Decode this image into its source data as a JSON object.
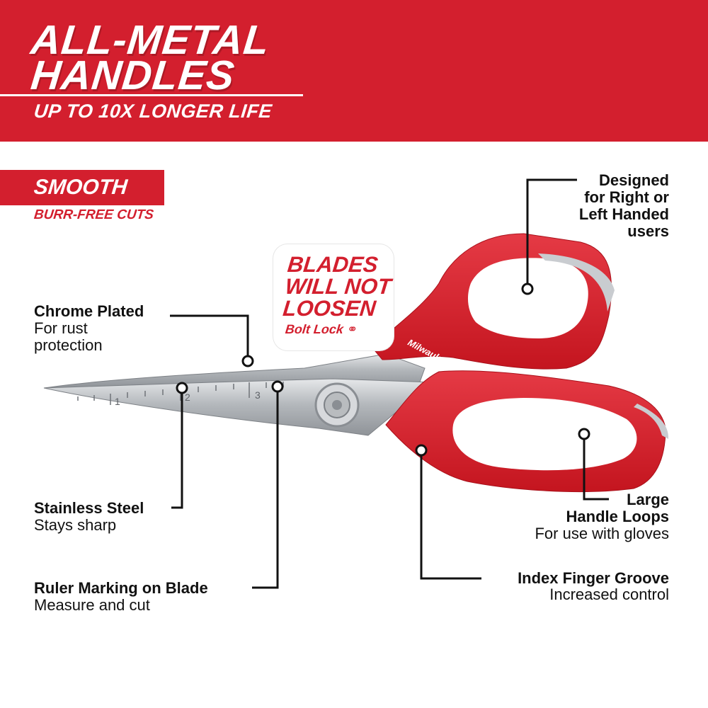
{
  "banner": {
    "headline_line1": "ALL-METAL",
    "headline_line2": "HANDLES",
    "subheadline": "UP TO 10X LONGER LIFE"
  },
  "smooth_tag": {
    "title": "SMOOTH",
    "subtitle": "BURR-FREE CUTS"
  },
  "badge": {
    "title": "BLADES\nWILL NOT\nLOOSEN",
    "subtitle": "Bolt Lock"
  },
  "product": {
    "brand_mark": "Milwaukee",
    "ruler_labels": [
      "1",
      "2",
      "3"
    ]
  },
  "callouts": {
    "chrome": {
      "title": "Chrome Plated",
      "desc_line1": "For rust",
      "desc_line2": "protection"
    },
    "stainless": {
      "title": "Stainless Steel",
      "desc": "Stays sharp"
    },
    "ruler": {
      "title": "Ruler Marking on Blade",
      "desc": "Measure and cut"
    },
    "designed": {
      "line1": "Designed",
      "line2": "for Right or",
      "line3": "Left Handed",
      "line4": "users"
    },
    "loops": {
      "title_line1": "Large",
      "title_line2": "Handle Loops",
      "desc": "For use with gloves"
    },
    "index": {
      "title": "Index Finger Groove",
      "desc": "Increased control"
    }
  },
  "colors": {
    "brand_red": "#d31f2e",
    "steel": "#b9bcbf",
    "text": "#111111"
  }
}
